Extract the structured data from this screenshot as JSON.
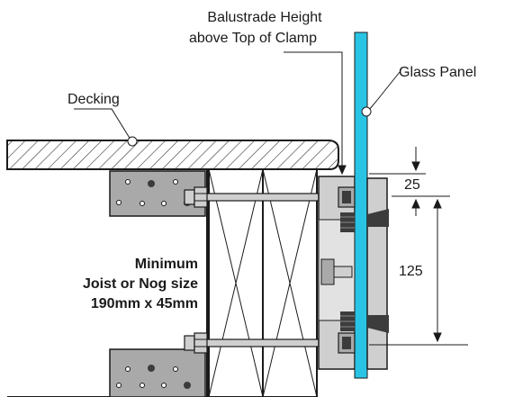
{
  "labels": {
    "balustrade_height_line1": "Balustrade Height",
    "balustrade_height_line2": "above Top of Clamp",
    "glass_panel": "Glass Panel",
    "decking": "Decking",
    "joist_line1": "Minimum",
    "joist_line2": "Joist or Nog size",
    "joist_line3": "190mm x 45mm"
  },
  "dimensions": {
    "top_offset": "25",
    "clamp_spacing": "125"
  },
  "colors": {
    "glass": "#29c4e4",
    "metal_light": "#cfcfcf",
    "metal_mid": "#a9a9a9",
    "metal_dark": "#3c3c3c",
    "outline": "#1a1a1a"
  }
}
